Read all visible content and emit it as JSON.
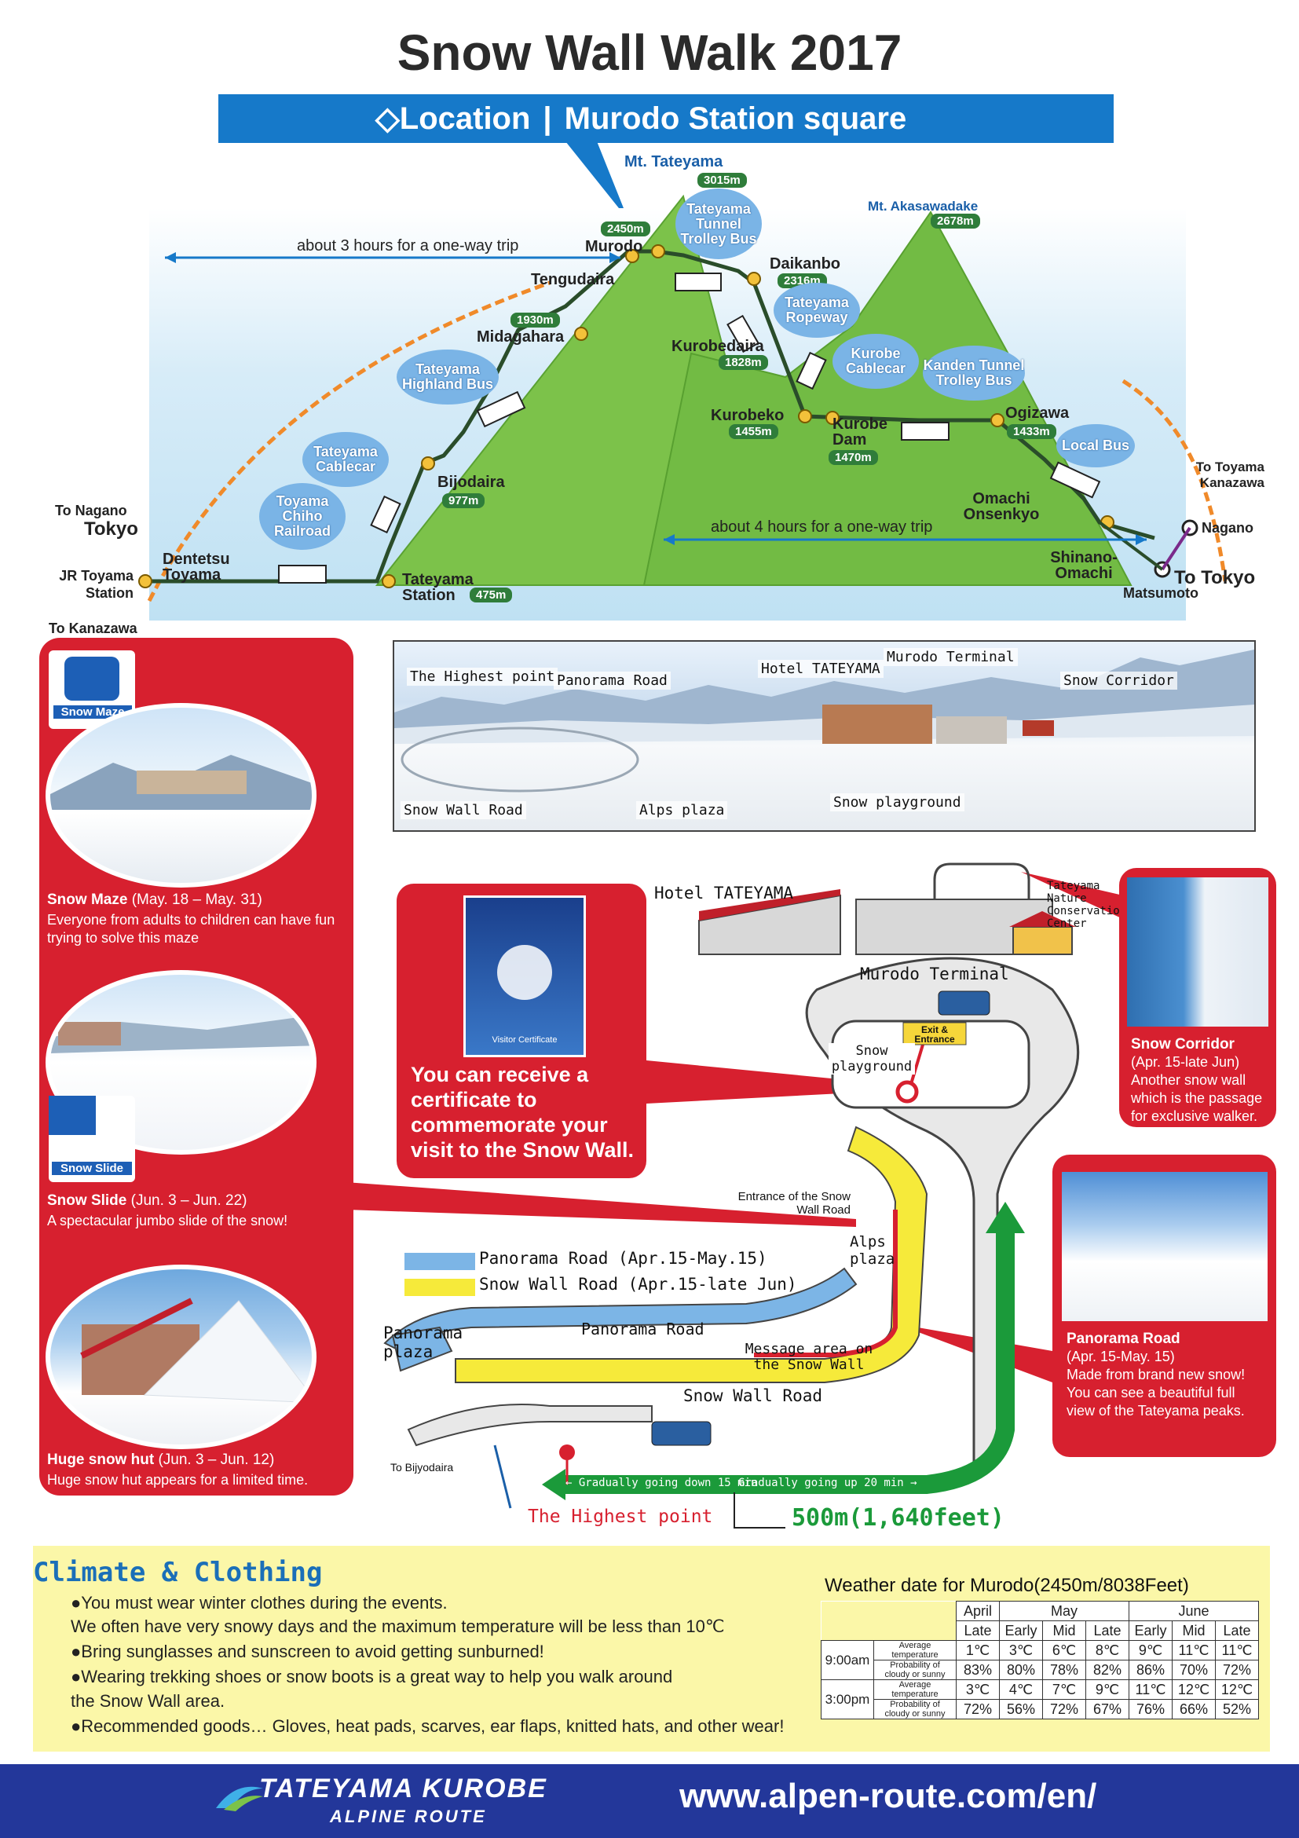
{
  "title": "Snow Wall Walk 2017",
  "location": {
    "label": "◇Location",
    "value": "Murodo Station square"
  },
  "route_map": {
    "mt_tateyama": "Mt. Tateyama",
    "mt_tateyama_elev": "3015m",
    "mt_akasawadake": "Mt. Akasawadake",
    "mt_akasawadake_elev": "2678m",
    "murodo": "Murodo",
    "murodo_elev": "2450m",
    "tengudaira": "Tengudaira",
    "midagahara": "Midagahara",
    "midagahara_elev": "1930m",
    "bijodaira": "Bijodaira",
    "bijodaira_elev": "977m",
    "tateyama_station": "Tateyama Station",
    "tateyama_station_elev": "475m",
    "dentetsu_toyama": "Dentetsu Toyama",
    "jr_toyama": "JR Toyama Station",
    "to_kanazawa": "To Kanazawa",
    "to_nagano": "To Nagano",
    "tokyo": "Tokyo",
    "daikanbo": "Daikanbo",
    "daikanbo_elev": "2316m",
    "kurobedaira": "Kurobedaira",
    "kurobedaira_elev": "1828m",
    "kurobeko": "Kurobeko",
    "kurobeko_elev": "1455m",
    "kurobe_dam": "Kurobe Dam",
    "kurobe_dam_elev": "1470m",
    "ogizawa": "Ogizawa",
    "ogizawa_elev": "1433m",
    "omachi_onsenkyo": "Omachi Onsenkyo",
    "shinano_omachi": "Shinano-Omachi",
    "matsumoto": "Matsumoto",
    "nagano": "Nagano",
    "to_tokyo": "To Tokyo",
    "to_toyama_kanazawa": "To Toyama Kanazawa",
    "trip_west": "about 3 hours for a one-way trip",
    "trip_east": "about 4 hours for a one-way trip",
    "bubbles": {
      "tunnel_trolley": "Tateyama Tunnel Trolley Bus",
      "ropeway": "Tateyama Ropeway",
      "kurobe_cablecar": "Kurobe Cablecar",
      "kanden_trolley": "Kanden Tunnel Trolley Bus",
      "local_bus": "Local Bus",
      "highland_bus": "Tateyama Highland Bus",
      "tateyama_cablecar": "Tateyama Cablecar",
      "chiho_railroad": "Toyama Chiho Railroad"
    }
  },
  "left_panel": {
    "maze_badge": "Snow Maze",
    "slide_badge": "Snow Slide",
    "maze_title": "Snow Maze",
    "maze_dates": "(May. 18 – May. 31)",
    "maze_desc": "Everyone from adults to children can have fun trying to solve this maze",
    "slide_title": "Snow Slide",
    "slide_dates": "(Jun. 3 – Jun. 22)",
    "slide_desc": "A spectacular jumbo slide of the snow!",
    "hut_title": "Huge snow hut",
    "hut_dates": "(Jun. 3 – Jun. 12)",
    "hut_desc": "Huge snow hut appears for a limited time."
  },
  "panorama": {
    "highest_point": "The Highest point",
    "panorama_road": "Panorama Road",
    "hotel": "Hotel TATEYAMA",
    "murodo_terminal": "Murodo Terminal",
    "snow_corridor": "Snow Corridor",
    "snow_wall_road": "Snow Wall Road",
    "alps_plaza": "Alps plaza",
    "snow_playground": "Snow playground"
  },
  "certificate": {
    "card_caption": "Visitor Certificate",
    "text": "You can receive a certificate to commemorate your visit to the Snow Wall."
  },
  "site_map": {
    "hotel": "Hotel TATEYAMA",
    "conservation": "Tateyama Nature Conservation Center",
    "murodo_terminal": "Murodo Terminal",
    "snow_playground": "Snow playground",
    "exit_entrance": "Exit & Entrance",
    "entrance_label": "Entrance of the Snow Wall Road",
    "alps_plaza": "Alps plaza",
    "panorama_plaza": "Panorama plaza",
    "panorama_road": "Panorama Road",
    "snow_wall_road": "Snow Wall Road",
    "message_area": "Message area on the Snow Wall",
    "to_bijyodaira": "To Bijyodaira",
    "going_down": "← Gradually going down 15 min",
    "going_up": "Gradually going up 20 min →",
    "highest_point": "The Highest point",
    "distance": "500m(1,640feet)",
    "legend_panorama": "Panorama Road (Apr.15-May.15)",
    "legend_snowwall": "Snow Wall Road (Apr.15-late Jun)"
  },
  "snow_corridor": {
    "title": "Snow Corridor",
    "dates": "(Apr. 15-late Jun)",
    "desc": "Another snow wall which is the passage for exclusive walker."
  },
  "panorama_road_box": {
    "title": "Panorama Road",
    "dates": "(Apr. 15-May. 15)",
    "desc": "Made from brand new snow! You can see a beautiful full view of the Tateyama peaks."
  },
  "climate": {
    "title": "Climate & Clothing",
    "lines": [
      "●You must wear winter clothes during the events.",
      "We often have very snowy days and the maximum temperature will be less than 10℃",
      "●Bring sunglasses and sunscreen to avoid getting sunburned!",
      "●Wearing trekking shoes or snow boots is a great way to help you walk around",
      "the Snow Wall area.",
      "●Recommended goods… Gloves, heat pads, scarves, ear flaps, knitted hats, and other wear!"
    ]
  },
  "weather": {
    "title": "Weather date for Murodo(2450m/8038Feet)",
    "months": [
      "April",
      "May",
      "June"
    ],
    "periods": [
      "Late",
      "Early",
      "Mid",
      "Late",
      "Early",
      "Mid",
      "Late"
    ],
    "rows": [
      {
        "time": "9:00am",
        "label": "Average temperature",
        "values": [
          "1℃",
          "3℃",
          "6℃",
          "8℃",
          "9℃",
          "11℃",
          "11℃"
        ]
      },
      {
        "time": "",
        "label": "Probability of cloudy or sunny",
        "values": [
          "83%",
          "80%",
          "78%",
          "82%",
          "86%",
          "70%",
          "72%"
        ]
      },
      {
        "time": "3:00pm",
        "label": "Average temperature",
        "values": [
          "3℃",
          "4℃",
          "7℃",
          "9℃",
          "11℃",
          "12℃",
          "12℃"
        ]
      },
      {
        "time": "",
        "label": "Probability of cloudy or sunny",
        "values": [
          "72%",
          "56%",
          "72%",
          "67%",
          "76%",
          "66%",
          "52%"
        ]
      }
    ]
  },
  "footer": {
    "logo_line1": "TATEYAMA KUROBE",
    "logo_line2": "ALPINE ROUTE",
    "url": "www.alpen-route.com/en/"
  },
  "colors": {
    "brand_blue": "#1679c9",
    "event_red": "#d7202f",
    "climate_yellow": "#fbf7a8",
    "footer_navy": "#23379a"
  }
}
